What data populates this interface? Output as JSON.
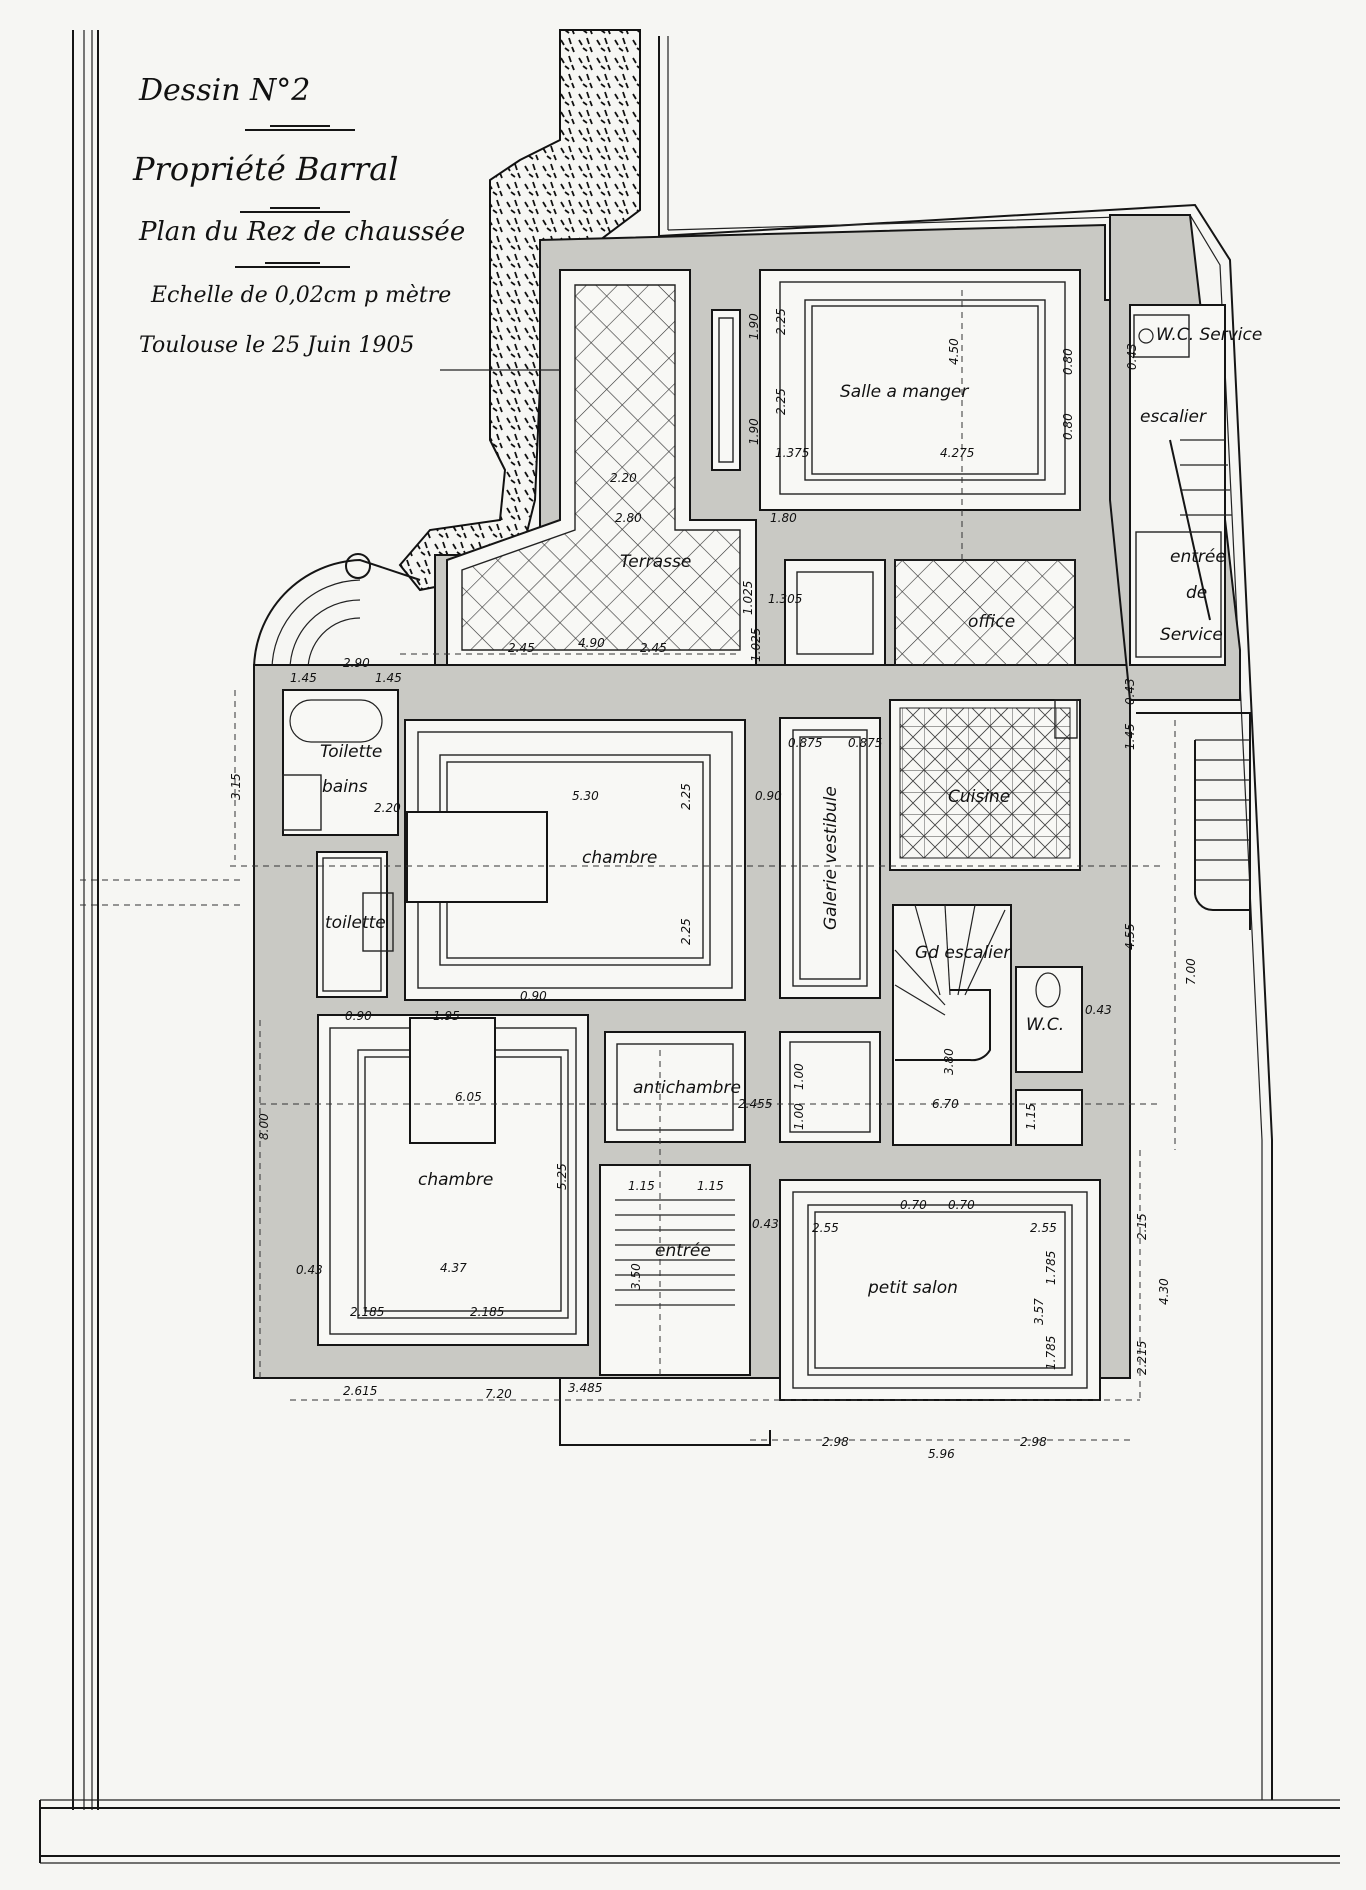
{
  "title_block": {
    "drawing_number": "Dessin N°2",
    "property": "Propriété Barral",
    "plan_name": "Plan du Rez de chaussée",
    "scale": "Echelle de 0,02cm p mètre",
    "place_date": "Toulouse le 25 Juin 1905"
  },
  "rooms": {
    "salle_a_manger": "Salle a manger",
    "terrasse": "Terrasse",
    "office": "office",
    "cuisine": "Cuisine",
    "galerie_vestibule": "Galerie vestibule",
    "chambre_1": "chambre",
    "chambre_2": "chambre",
    "toilette_bains_1": "Toilette",
    "toilette_bains_2": "bains",
    "toilette": "toilette",
    "antichambre": "antichambre",
    "entree": "entrée",
    "grand_escalier": "Gd escalier",
    "wc": "W.C.",
    "petit_salon": "petit salon",
    "escalier_service": "escalier",
    "wc_service": "W.C. Service",
    "entree_service_1": "entrée",
    "entree_service_2": "de",
    "entree_service_3": "Service"
  },
  "dimensions": [
    "4.50",
    "4.275",
    "1.375",
    "2.25",
    "2.25",
    "1.90",
    "1.90",
    "2.20",
    "2.80",
    "1.80",
    "1.305",
    "2.90",
    "1.45",
    "1.45",
    "2.45",
    "4.90",
    "2.45",
    "5.30",
    "2.25",
    "2.25",
    "0.90",
    "0.875",
    "0.875",
    "3.15",
    "2.20",
    "1.95",
    "0.90",
    "0.90",
    "6.05",
    "8.00",
    "5.25",
    "4.37",
    "2.185",
    "2.185",
    "0.43",
    "2.615",
    "7.20",
    "3.485",
    "1.15",
    "1.15",
    "3.50",
    "2.455",
    "6.70",
    "3.80",
    "0.70",
    "0.70",
    "2.55",
    "2.55",
    "1.785",
    "3.57",
    "1.785",
    "2.98",
    "5.96",
    "2.98",
    "4.55",
    "7.00",
    "2.15",
    "4.30",
    "2.215",
    "1.45",
    "0.43",
    "0.43",
    "0.43",
    "1.025",
    "1.025",
    "0.80",
    "0.80",
    "0.43",
    "1.15",
    "1.00",
    "1.00"
  ]
}
